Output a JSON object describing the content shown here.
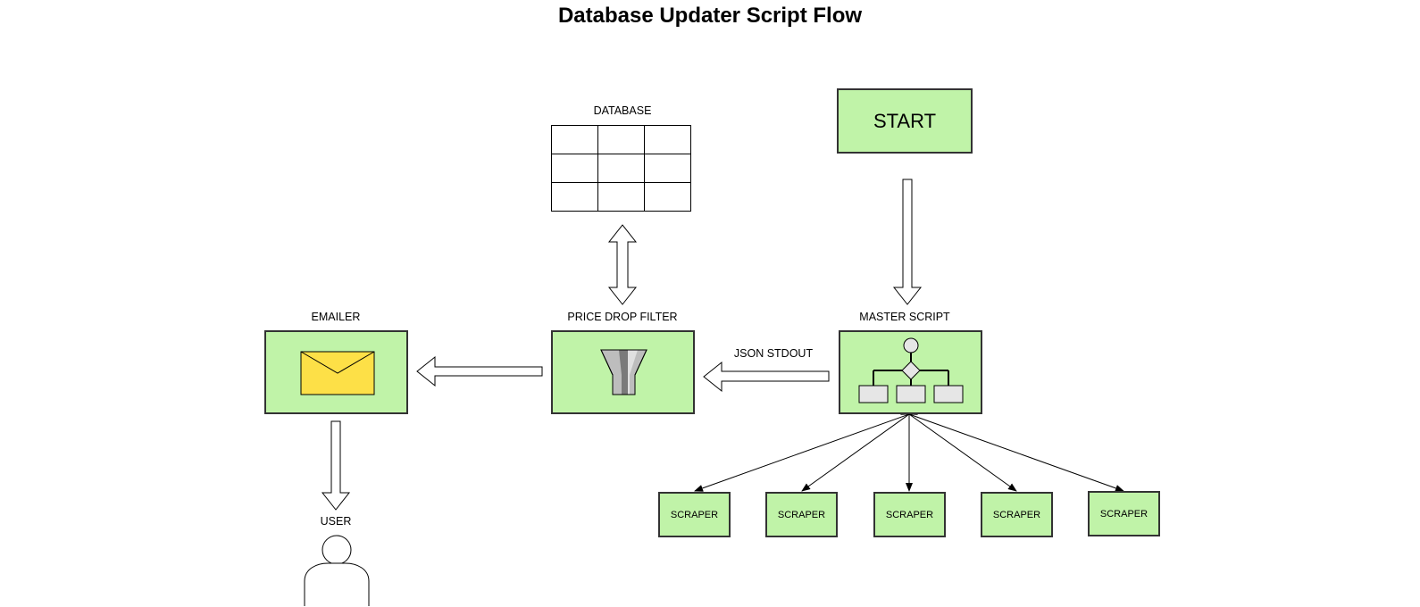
{
  "title": "Database Updater Script Flow",
  "nodes": {
    "database": "DATABASE",
    "start": "START",
    "master_script": "MASTER SCRIPT",
    "price_drop_filter": "PRICE DROP FILTER",
    "emailer": "EMAILER",
    "user": "USER",
    "scrapers": [
      "SCRAPER",
      "SCRAPER",
      "SCRAPER",
      "SCRAPER",
      "SCRAPER"
    ]
  },
  "edges": {
    "master_to_filter_label": "JSON STDOUT"
  },
  "colors": {
    "node_fill": "#c0f3a8",
    "envelope": "#fde047"
  },
  "icons": [
    "table-icon",
    "filter-funnel-icon",
    "flowchart-icon",
    "envelope-icon",
    "user-icon"
  ]
}
